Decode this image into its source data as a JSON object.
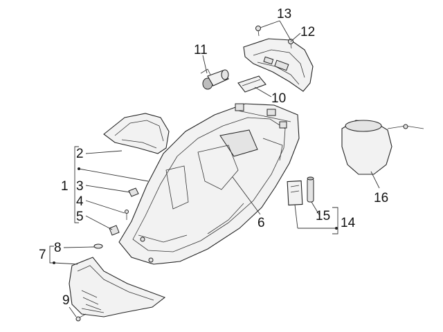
{
  "callouts": {
    "c1": "1",
    "c2": "2",
    "c3": "3",
    "c4": "4",
    "c5": "5",
    "c6": "6",
    "c7": "7",
    "c8": "8",
    "c9": "9",
    "c10": "10",
    "c11": "11",
    "c12": "12",
    "c13": "13",
    "c14": "14",
    "c15": "15",
    "c16": "16"
  },
  "colors": {
    "line": "#222222",
    "fill": "#f2f2f2",
    "background": "#ffffff"
  }
}
